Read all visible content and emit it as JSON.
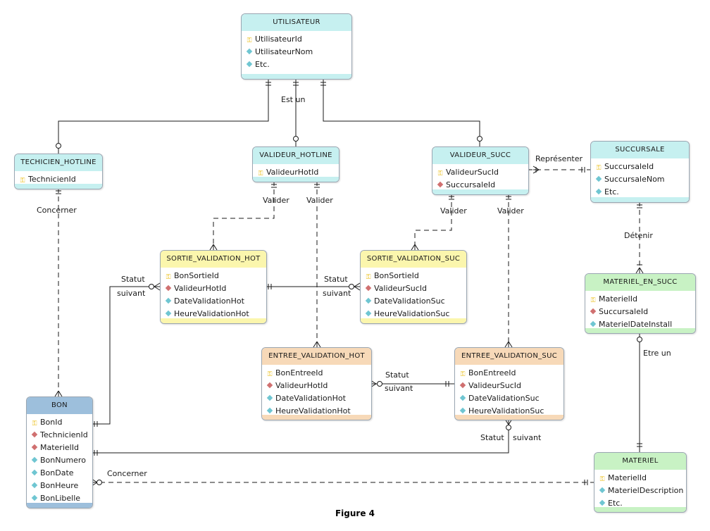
{
  "colors": {
    "cyan_header": "#c6f0f0",
    "blue_header": "#9dbfdc",
    "yellow_header": "#fbf6ad",
    "orange_header": "#f7d9b8",
    "green_header": "#c8f2c4",
    "line": "#1a1a1a"
  },
  "entities": {
    "utilisateur": {
      "title": "UTILISATEUR",
      "attrs": [
        {
          "icon": "key-icon",
          "label": "UtilisateurId"
        },
        {
          "icon": "attribute-icon",
          "label": "UtilisateurNom"
        },
        {
          "icon": "attribute-icon",
          "label": "Etc."
        }
      ]
    },
    "techicien_hotline": {
      "title": "TECHICIEN_HOTLINE",
      "attrs": [
        {
          "icon": "key-icon",
          "label": "TechnicienId"
        }
      ]
    },
    "valideur_hotline": {
      "title": "VALIDEUR_HOTLINE",
      "attrs": [
        {
          "icon": "key-icon",
          "label": "ValideurHotId"
        }
      ]
    },
    "valideur_succ": {
      "title": "VALIDEUR_SUCC",
      "attrs": [
        {
          "icon": "key-icon",
          "label": "ValideurSucId"
        },
        {
          "icon": "foreign-key-icon",
          "label": "SuccursaleId"
        }
      ]
    },
    "succursale": {
      "title": "SUCCURSALE",
      "attrs": [
        {
          "icon": "key-icon",
          "label": "SuccursaleId"
        },
        {
          "icon": "attribute-icon",
          "label": "SuccursaleNom"
        },
        {
          "icon": "attribute-icon",
          "label": "Etc."
        }
      ]
    },
    "sortie_validation_hot": {
      "title": "SORTIE_VALIDATION_HOT",
      "attrs": [
        {
          "icon": "key-icon",
          "label": "BonSortieId"
        },
        {
          "icon": "foreign-key-icon",
          "label": "ValideurHotId"
        },
        {
          "icon": "attribute-icon",
          "label": "DateValidationHot"
        },
        {
          "icon": "attribute-icon",
          "label": "HeureValidationHot"
        }
      ]
    },
    "sortie_validation_suc": {
      "title": "SORTIE_VALIDATION_SUC",
      "attrs": [
        {
          "icon": "key-icon",
          "label": "BonSortieId"
        },
        {
          "icon": "foreign-key-icon",
          "label": "ValideurSucId"
        },
        {
          "icon": "attribute-icon",
          "label": "DateValidationSuc"
        },
        {
          "icon": "attribute-icon",
          "label": "HeureValidationSuc"
        }
      ]
    },
    "materiel_en_succ": {
      "title": "MATERIEL_EN_SUCC",
      "attrs": [
        {
          "icon": "key-icon",
          "label": "MaterielId"
        },
        {
          "icon": "foreign-key-icon",
          "label": "SuccursaleId"
        },
        {
          "icon": "attribute-icon",
          "label": "MaterielDateInstall"
        }
      ]
    },
    "entree_validation_hot": {
      "title": "ENTREE_VALIDATION_HOT",
      "attrs": [
        {
          "icon": "key-icon",
          "label": "BonEntreeId"
        },
        {
          "icon": "foreign-key-icon",
          "label": "ValideurHotId"
        },
        {
          "icon": "attribute-icon",
          "label": "DateValidationHot"
        },
        {
          "icon": "attribute-icon",
          "label": "HeureValidationHot"
        }
      ]
    },
    "entree_validation_suc": {
      "title": "ENTREE_VALIDATION_SUC",
      "attrs": [
        {
          "icon": "key-icon",
          "label": "BonEntreeId"
        },
        {
          "icon": "foreign-key-icon",
          "label": "ValideurSucId"
        },
        {
          "icon": "attribute-icon",
          "label": "DateValidationSuc"
        },
        {
          "icon": "attribute-icon",
          "label": "HeureValidationSuc"
        }
      ]
    },
    "bon": {
      "title": "BON",
      "attrs": [
        {
          "icon": "key-icon",
          "label": "BonId"
        },
        {
          "icon": "foreign-key-icon",
          "label": "TechnicienId"
        },
        {
          "icon": "foreign-key-icon",
          "label": "MaterielId"
        },
        {
          "icon": "attribute-icon",
          "label": "BonNumero"
        },
        {
          "icon": "attribute-icon",
          "label": "BonDate"
        },
        {
          "icon": "attribute-icon",
          "label": "BonHeure"
        },
        {
          "icon": "attribute-icon",
          "label": "BonLibelle"
        }
      ]
    },
    "materiel": {
      "title": "MATERIEL",
      "attrs": [
        {
          "icon": "key-icon",
          "label": "MaterielId"
        },
        {
          "icon": "attribute-icon",
          "label": "MaterielDescription"
        },
        {
          "icon": "attribute-icon",
          "label": "Etc."
        }
      ]
    }
  },
  "labels": {
    "est_un": "Est un",
    "representer": "Représenter",
    "concerner_tech": "Concerner",
    "valider_hot_1": "Valider",
    "valider_hot_2": "Valider",
    "valider_suc_1": "Valider",
    "valider_suc_2": "Valider",
    "detenir": "Détenir",
    "statut_1": "Statut",
    "suivant_1": "suivant",
    "statut_2": "Statut",
    "suivant_2": "suivant",
    "statut_3": "Statut",
    "suivant_3": "suivant",
    "statut_4": "Statut",
    "suivant_4": "suivant",
    "etre_un": "Etre un",
    "concerner_bon": "Concerner"
  },
  "caption": "Figure 4"
}
